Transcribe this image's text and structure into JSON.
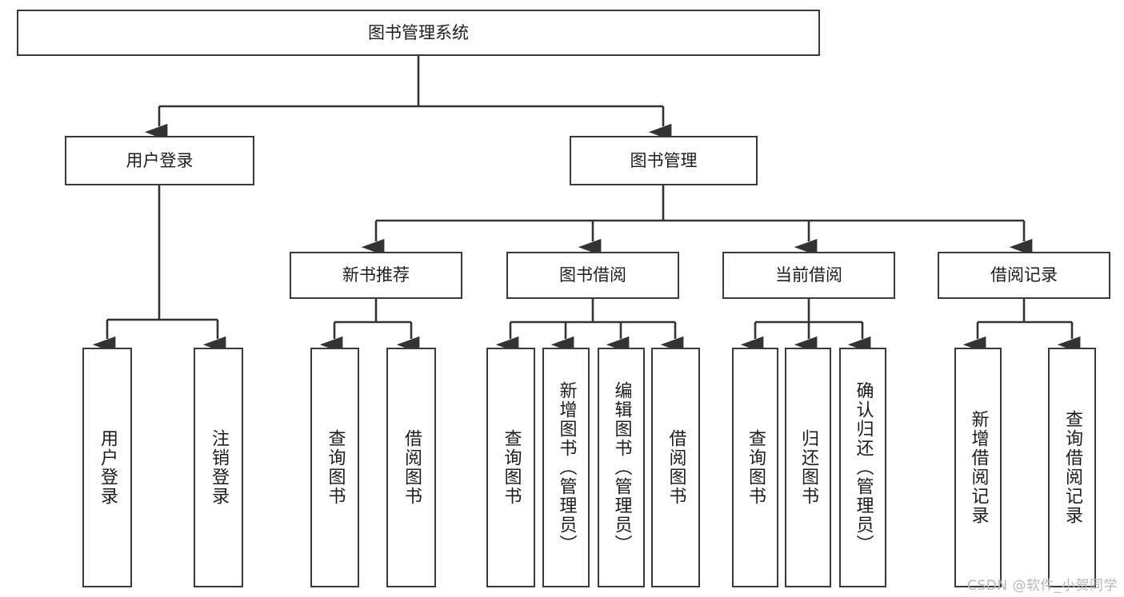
{
  "diagram": {
    "type": "tree-hierarchy-diagram",
    "title": "图书管理系统",
    "orientation": "top-down",
    "watermark": "CSDN @软件_小贺同学",
    "colors": {
      "box_border": "#3a3a3a",
      "box_fill": "#ffffff",
      "connector": "#333333",
      "text": "#1d1d1d",
      "watermark": "#b8b8b8"
    },
    "nodes": {
      "root": {
        "label": "图书管理系统",
        "level": 1
      },
      "user_login": {
        "label": "用户登录",
        "level": 2
      },
      "book_mgmt": {
        "label": "图书管理",
        "level": 2
      },
      "new_book_rec": {
        "label": "新书推荐",
        "level": 3
      },
      "book_borrow": {
        "label": "图书借阅",
        "level": 3
      },
      "current_borrow": {
        "label": "当前借阅",
        "level": 3
      },
      "borrow_record": {
        "label": "借阅记录",
        "level": 3
      },
      "leaf_01": {
        "label": "用户登录",
        "level": 4,
        "parent": "user_login"
      },
      "leaf_02": {
        "label": "注销登录",
        "level": 4,
        "parent": "user_login"
      },
      "leaf_03": {
        "label": "查询图书",
        "level": 4,
        "parent": "new_book_rec"
      },
      "leaf_04": {
        "label": "借阅图书",
        "level": 4,
        "parent": "new_book_rec"
      },
      "leaf_05": {
        "label": "查询图书",
        "level": 4,
        "parent": "book_borrow"
      },
      "leaf_06": {
        "label": "新增图书（管理员）",
        "level": 4,
        "parent": "book_borrow"
      },
      "leaf_07": {
        "label": "编辑图书（管理员）",
        "level": 4,
        "parent": "book_borrow"
      },
      "leaf_08": {
        "label": "借阅图书",
        "level": 4,
        "parent": "book_borrow"
      },
      "leaf_09": {
        "label": "查询图书",
        "level": 4,
        "parent": "current_borrow"
      },
      "leaf_10": {
        "label": "归还图书",
        "level": 4,
        "parent": "current_borrow"
      },
      "leaf_11": {
        "label": "确认归还（管理员）",
        "level": 4,
        "parent": "current_borrow"
      },
      "leaf_12": {
        "label": "新增借阅记录",
        "level": 4,
        "parent": "borrow_record"
      },
      "leaf_13": {
        "label": "查询借阅记录",
        "level": 4,
        "parent": "borrow_record"
      }
    }
  }
}
